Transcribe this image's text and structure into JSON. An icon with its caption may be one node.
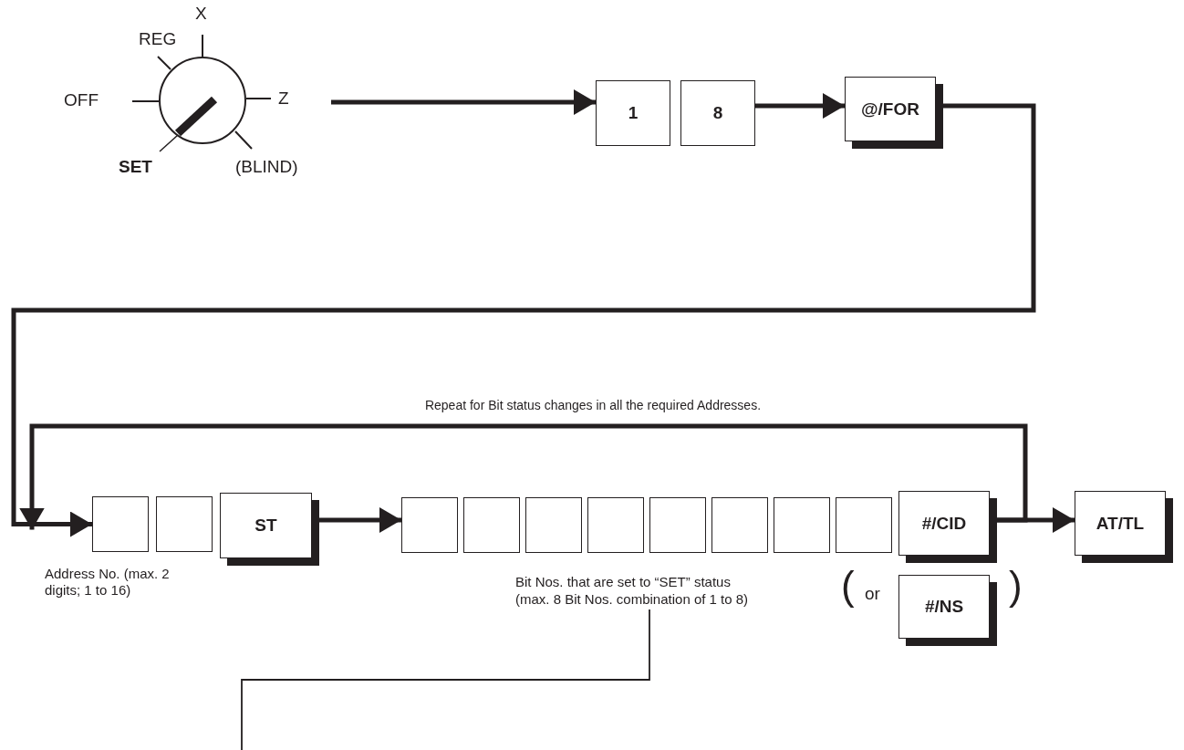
{
  "diagram": {
    "nodes": [
      {
        "text": [],
        "shape": "circle",
        "beside": [
          "X",
          "REG",
          "OFF",
          "Z",
          "SET",
          "(BLIND)"
        ]
      },
      {
        "text": [
          "1"
        ]
      },
      {
        "text": [
          "8"
        ]
      },
      {
        "text": [
          "@/FOR"
        ]
      },
      {
        "text": [],
        "shape": "box"
      },
      {
        "text": [],
        "shape": "box"
      },
      {
        "text": [
          "ST"
        ]
      },
      {
        "text": [],
        "shape": "box"
      },
      {
        "text": [],
        "shape": "box"
      },
      {
        "text": [],
        "shape": "box"
      },
      {
        "text": [],
        "shape": "box"
      },
      {
        "text": [],
        "shape": "box"
      },
      {
        "text": [],
        "shape": "box"
      },
      {
        "text": [],
        "shape": "box"
      },
      {
        "text": [],
        "shape": "box"
      },
      {
        "text": [
          "#/CID"
        ]
      },
      {
        "text": [
          "AT/TL"
        ]
      },
      {
        "text": [
          "#/NS"
        ]
      },
      {
        "text": [
          "Bit Nos. that are set to “SET” status (max. 8 Bit Nos. combination of 1 to 8)"
        ]
      }
    ],
    "edges": [
      {
        "from": 0,
        "to": 1,
        "arrow": "to"
      },
      {
        "from": 2,
        "to": 3,
        "arrow": "to"
      },
      {
        "from": 3,
        "to": 4,
        "arrow": "to"
      },
      {
        "from": 6,
        "to": 7,
        "arrow": "to"
      },
      {
        "from": 15,
        "to": 16,
        "arrow": "to"
      },
      {
        "from": 15,
        "to": 4,
        "arrow": "to",
        "label": "Repeat for Bit status changes in all the required Addresses."
      },
      {
        "from": 18,
        "to": null,
        "arrow": "none"
      }
    ],
    "labels": [
      "Address No. (max. 2 digits; 1 to 16)",
      "(",
      "or",
      ")"
    ]
  }
}
